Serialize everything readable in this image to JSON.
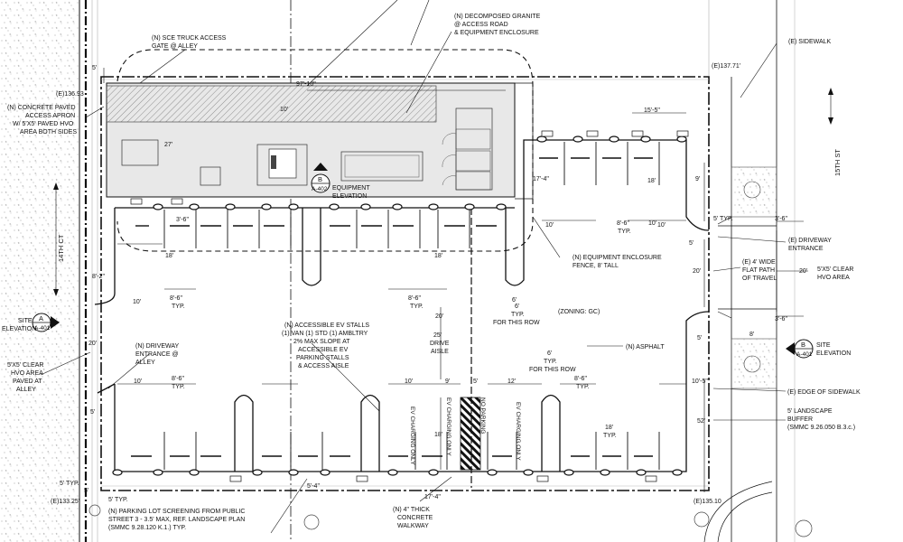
{
  "colors": {
    "line": "#111111",
    "hatch": "#666666",
    "background": "#ffffff",
    "grayline": "#bdbdbd"
  },
  "notes": {
    "sce_gate": [
      "(N) SCE TRUCK ACCESS",
      "GATE @ ALLEY"
    ],
    "granite": [
      "(N) DECOMPOSED GRANITE",
      "@ ACCESS ROAD",
      "& EQUIPMENT ENCLOSURE"
    ],
    "sidewalk": "(E) SIDEWALK",
    "concrete_apron": [
      "(N) CONCRETE PAVED",
      "ACCESS APRON",
      "W/ 5'X5' PAVED HVO",
      "AREA BOTH SIDES"
    ],
    "equip_elev": [
      "EQUIPMENT",
      "ELEVATION"
    ],
    "equip_fence": [
      "(N) EQUIPMENT ENCLOSURE",
      "FENCE, 8' TALL"
    ],
    "drive_entrance_e": [
      "(E) DRIVEWAY",
      "ENTRANCE"
    ],
    "flat_path": [
      "(E) 4' WIDE",
      "FLAT PATH",
      "OF TRAVEL"
    ],
    "hvo_clear_right": [
      "5'X5' CLEAR",
      "HVO AREA"
    ],
    "zoning": "(ZONING: GC)",
    "accessible_ev": [
      "(N) ACCESSIBLE EV STALLS",
      "(1) VAN (1) STD (1) AMBLTRY",
      "2% MAX SLOPE AT",
      "ACCESSIBLE EV",
      "PARKING STALLS",
      "& ACCESS AISLE"
    ],
    "drive_aisle": [
      "25'",
      "DRIVE",
      "AISLE"
    ],
    "asphalt": "(N) ASPHALT",
    "driveway_alley": [
      "(N) DRIVEWAY",
      "ENTRANCE @",
      "ALLEY"
    ],
    "hvo_clear_left": [
      "5'X5' CLEAR",
      "HVO AREA",
      "PAVED AT",
      "ALLEY"
    ],
    "edge_sidewalk": "(E) EDGE OF SIDEWALK",
    "landscape": [
      "5' LANDSCAPE",
      "BUFFER",
      "(SMMC 9.26.050 B.3.c.)"
    ],
    "screening": [
      "(N) PARKING LOT SCREENING FROM PUBLIC",
      "STREET 3 - 3.5' MAX, REF. LANDSCAPE PLAN",
      "(SMMC 9.28.120 K.1.) TYP."
    ],
    "walkway": [
      "(N) 4\" THICK",
      "CONCRETE",
      "WALKWAY"
    ],
    "site_elev_left": [
      "SITE",
      "ELEVATION"
    ],
    "site_elev_right": [
      "SITE",
      "ELEVATION"
    ],
    "for_row_1": [
      "6'",
      "TYP.",
      "FOR THIS ROW"
    ],
    "for_row_2": [
      "6'",
      "TYP.",
      "FOR THIS ROW"
    ]
  },
  "streets": {
    "fifteenth": "15TH ST",
    "fourteenth": "14TH CT"
  },
  "elevations": {
    "nw": "(E)136.93",
    "ne": "(E)137.71'",
    "sw": "(E)133.25'",
    "se": "(E)135.10"
  },
  "callouts": {
    "equip": {
      "letter": "B",
      "sheet": "A-402"
    },
    "site_left": {
      "letter": "A",
      "sheet": "A-401"
    },
    "site_right": {
      "letter": "B",
      "sheet": "A-401"
    }
  },
  "dimensions": {
    "d5_top": "5'",
    "d97": "97'-10\"",
    "d10_top": "10'",
    "d27": "27'",
    "d155": "15'-5\"",
    "d174": "17'-4\"",
    "d18_a": "18'",
    "d9": "9'",
    "d5typ_a": "5' TYP.",
    "d36_a": "3'-6\"",
    "d36_b": "3'-6\"",
    "d36_c": "3'-6\"",
    "d10_b": "10'",
    "d86_a": "8'-6\"",
    "typ_a": "TYP.",
    "d10_c": "10'",
    "d5_b": "5'",
    "d20_a": "20'",
    "d20_b": "20'",
    "d5_c": "5'",
    "d8": "8'",
    "d82": "8'-2\"",
    "d18_b": "18'",
    "d18_c": "18'",
    "d10_d": "10'",
    "d86_b": "8'-6\"",
    "typ_b": "TYP.",
    "d86_c": "8'-6\"",
    "typ_c": "TYP.",
    "d6": "6'",
    "d20_c": "20'",
    "d10_e": "10'",
    "d86_d": "8'-6\"",
    "typ_d": "TYP.",
    "d5_d": "5'",
    "d10_f": "10'",
    "d9_b": "9'",
    "d5_e": "5'",
    "d12": "12'",
    "d86_e": "8'-6\"",
    "typ_e": "TYP.",
    "d105": "10'-5\"",
    "d52": "52'",
    "d18_d": "18'",
    "d18_e": "18'",
    "typ_f": "TYP.",
    "d5typ_b": "5' TYP.",
    "d54": "5'-4\"",
    "d174_b": "17'-4\"",
    "d5typ_c": "5' TYP.",
    "d5_f": "5'",
    "d10_g": "10'",
    "d20_d": "20'"
  },
  "stall_labels": [
    "EV CHARGING ONLY",
    "EV CHARGING ONLY",
    "NO PARKING",
    "EV CHARGING ONLY"
  ]
}
